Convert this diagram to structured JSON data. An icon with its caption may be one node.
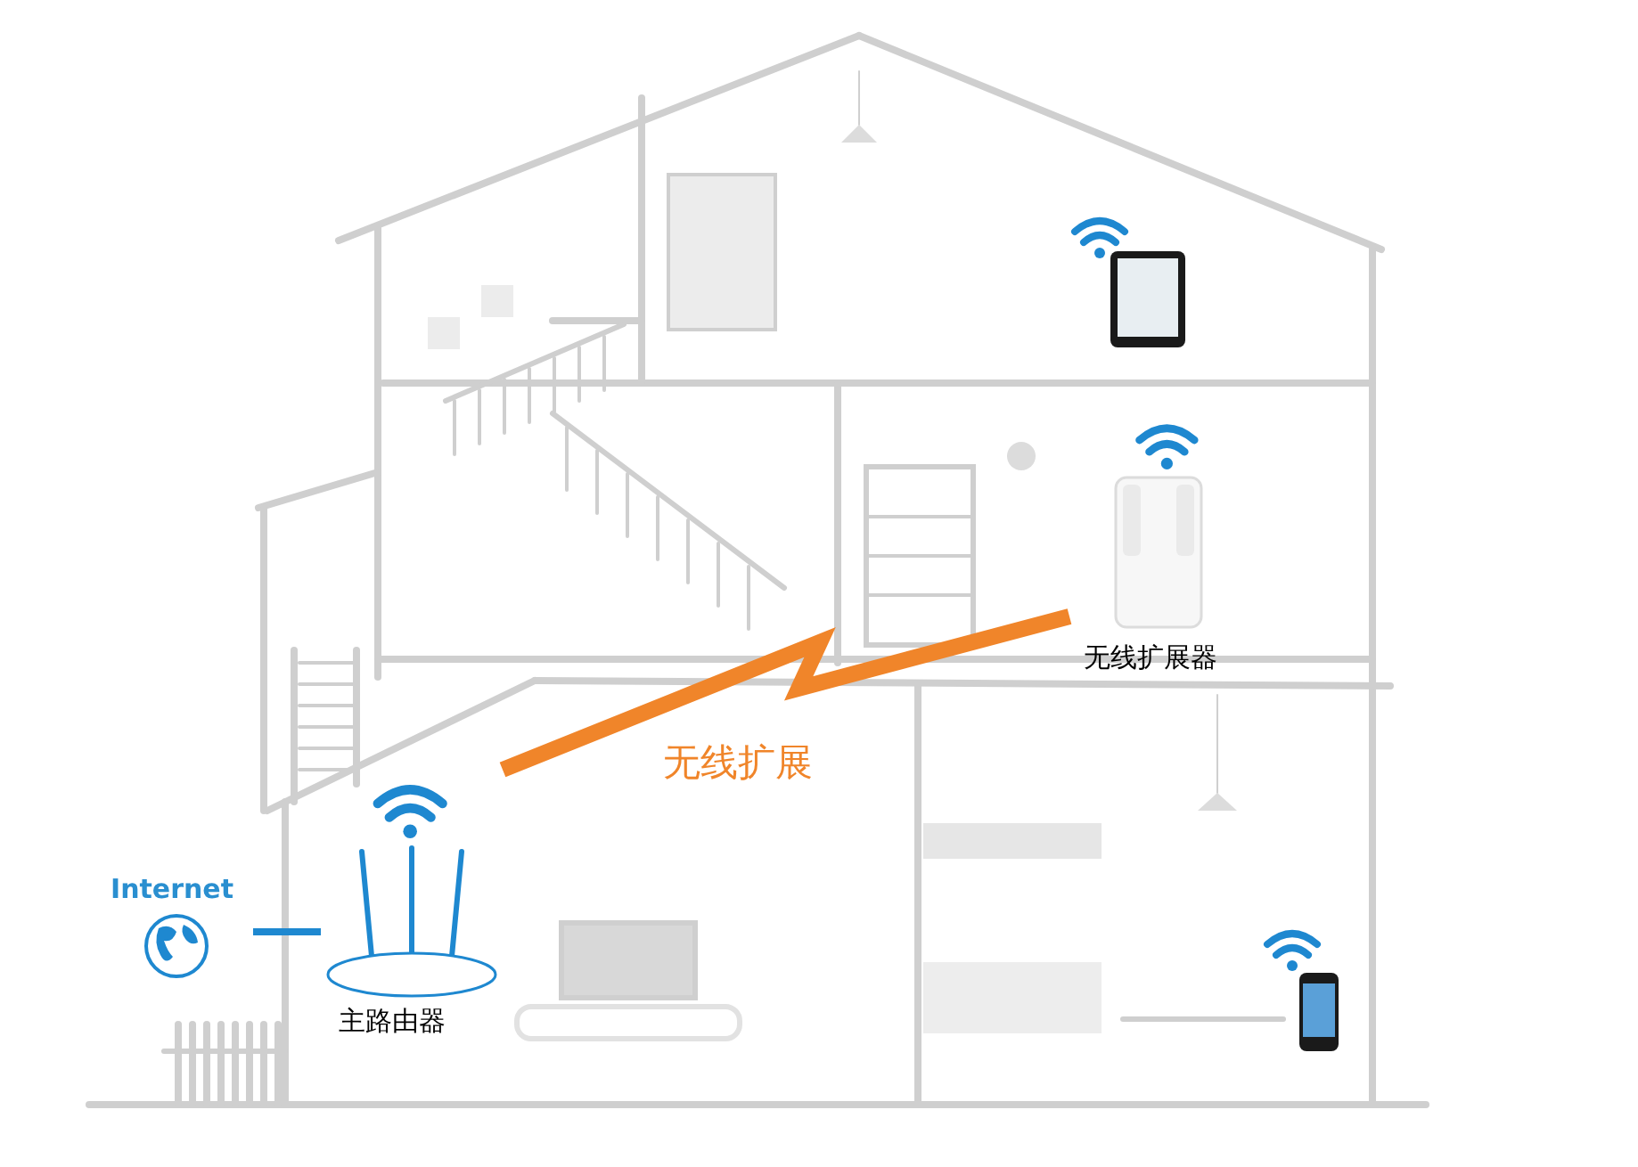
{
  "diagram": {
    "nodes": [
      {
        "text": [
          "Internet"
        ]
      },
      {
        "text": [
          "主路由器"
        ]
      },
      {
        "text": [
          "无线扩展器"
        ]
      }
    ],
    "edges": [
      {
        "from": 0,
        "to": 1,
        "arrow": "none",
        "color": "#1e88d0"
      },
      {
        "from": 1,
        "to": 2,
        "arrow": "none",
        "label": "无线扩展",
        "style": "thick",
        "color": "#f0852a"
      }
    ]
  }
}
